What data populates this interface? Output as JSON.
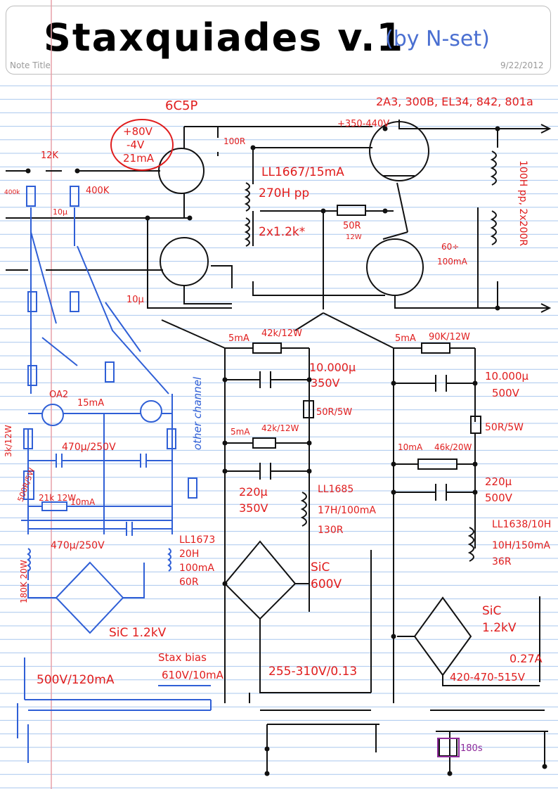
{
  "header": {
    "title": "Staxquiades v.1",
    "author": "(by N-set)",
    "note_title_label": "Note Title",
    "date": "9/22/2012"
  },
  "labels": {
    "input_tube": "6C5P",
    "bias_1": "+80V",
    "bias_2": "-4V",
    "bias_3": "21mA",
    "output_tubes": "2A3, 300B, EL34, 842, 801a",
    "b_plus": "+350-440V",
    "plate_resistor": "100R",
    "grid_resistor": "12K",
    "input_resistor": "400k",
    "grid_leak": "400K",
    "coupling_cap": "10µ",
    "cap_10u": "10µ",
    "interstage_tx": "LL1667/15mA",
    "interstage_ratio": "270H pp",
    "interstage_dcr": "2x1.2k*",
    "cathode_r": "50R",
    "cathode_r_watt": "12W",
    "output_range": "60÷",
    "output_current": "100mA",
    "output_tx": "100H pp, 2x200R",
    "mid_current_1": "5mA",
    "mid_resistor_1": "42k/12W",
    "mid_cap_1": "10.000µ",
    "mid_cap_1_volt": "350V",
    "mid_drop_resistor": "50R/5W",
    "mid_current_2": "5mA",
    "mid_resistor_2": "42k/12W",
    "mid_cap_2": "220µ",
    "mid_cap_2_volt": "350V",
    "mid_choke": "LL1685",
    "mid_choke_spec": "17H/100mA",
    "mid_choke_dcr": "130R",
    "mid_diode": "SiC",
    "mid_diode_volt": "600V",
    "mid_secondary": "255-310V/0.13",
    "right_current_1": "5mA",
    "right_resistor_1": "90K/12W",
    "right_cap_1": "10.000µ",
    "right_cap_1_volt": "500V",
    "right_drop_resistor": "50R/5W",
    "right_current_2": "10mA",
    "right_resistor_2": "46k/20W",
    "right_cap_2": "220µ",
    "right_cap_2_volt": "500V",
    "right_choke": "LL1638/10H",
    "right_choke_spec": "10H/150mA",
    "right_choke_dcr": "36R",
    "right_diode": "SiC",
    "right_diode_volt": "1.2kV",
    "right_current_total": "0.27A",
    "right_secondary": "420-470-515V",
    "reg_tube": "OA2",
    "reg_current": "15mA",
    "reg_resistor": "3k/12W",
    "reg_cap_1": "470µ/250V",
    "reg_drop": "500R/5W",
    "reg_series": "21k 12W",
    "reg_current_2": "10mA",
    "reg_cap_2": "470µ/250V",
    "reg_choke": "LL1673",
    "reg_choke_spec": "20H",
    "reg_choke_current": "100mA",
    "reg_choke_dcr": "60R",
    "reg_bleeder": "180K 20W",
    "reg_diode": "SiC 1.2kV",
    "reg_secondary": "500V/120mA",
    "stax_bias": "Stax bias",
    "stax_bias_volt": "610V/10mA",
    "other_channel": "other channel",
    "timer_delay": "180s"
  },
  "colors": {
    "ink_black": "#111111",
    "ink_red": "#e01d1d",
    "ink_blue": "#2f5fd6",
    "ink_purple": "#8e2a9a",
    "rule_line": "#a9c7ee",
    "margin_line": "#e7a0a8"
  }
}
